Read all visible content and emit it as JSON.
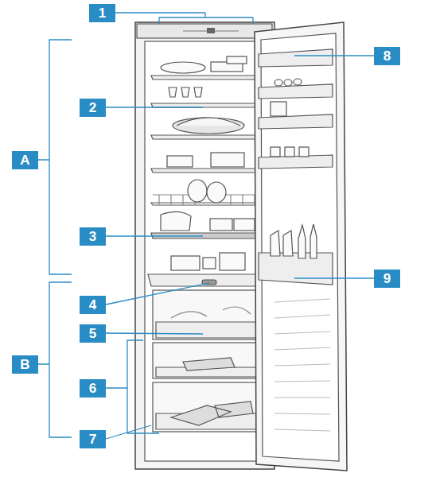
{
  "diagram": {
    "labels": [
      "1",
      "8",
      "2",
      "A",
      "3",
      "9",
      "4",
      "5",
      "B",
      "6",
      "7"
    ]
  }
}
